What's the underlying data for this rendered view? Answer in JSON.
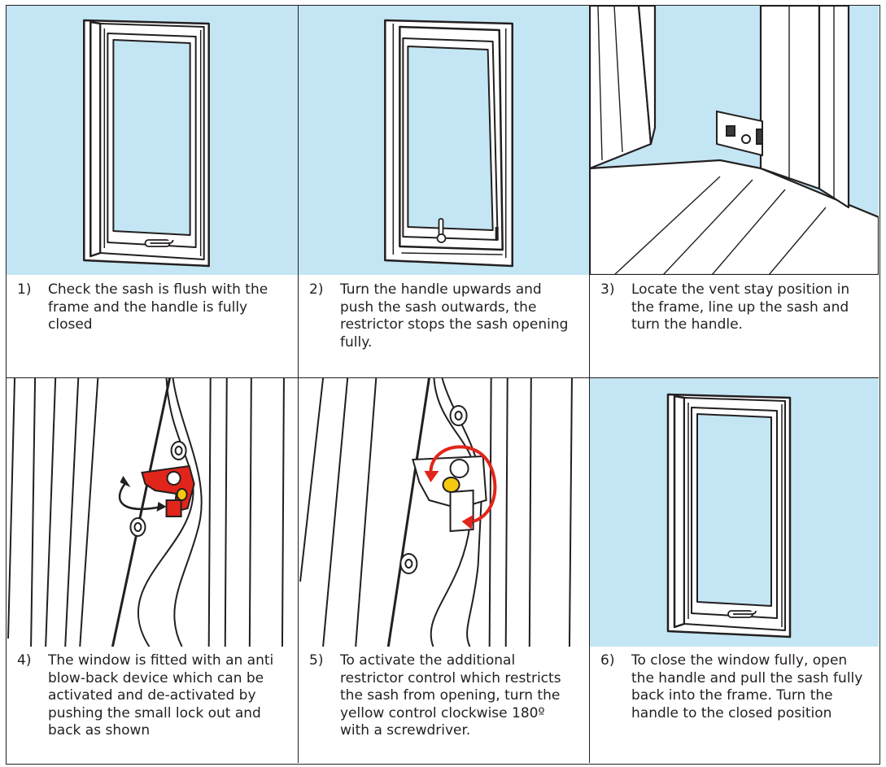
{
  "steps": [
    {
      "number": "1)",
      "text": "Check the sash is flush with the frame and the handle is fully closed"
    },
    {
      "number": "2)",
      "text": "Turn the handle upwards and push the sash outwards, the restrictor stops the sash opening fully."
    },
    {
      "number": "3)",
      "text": "Locate the vent stay position in the frame, line up the sash and turn the handle."
    },
    {
      "number": "4)",
      "text": "The window is fitted with an anti blow-back device which can be activated and de-activated by pushing the small lock out and back as shown"
    },
    {
      "number": "5)",
      "text": "To activate the additional restrictor control which restricts the sash from opening, turn the yellow control clockwise 180º with a screwdriver."
    },
    {
      "number": "6)",
      "text": "To close the window fully, open the handle and pull the sash fully back into the frame. Turn the handle to the closed position"
    }
  ],
  "colors": {
    "sky": "#c4e6f4",
    "outline": "#231f20",
    "lock_red": "#e1251b",
    "control_yellow": "#f6c80f",
    "arrow_red": "#e1251b"
  },
  "icons": [
    "closed-window-illustration",
    "opened-window-illustration",
    "vent-stay-illustration",
    "blow-back-lock-illustration",
    "restrictor-control-illustration",
    "closed-window-illustration"
  ]
}
